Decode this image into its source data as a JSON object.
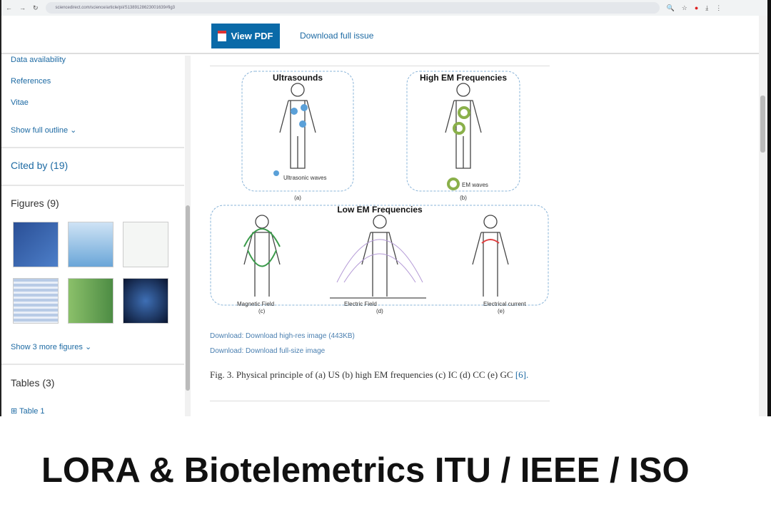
{
  "browser": {
    "url": "sciencedirect.com/science/article/pii/S1389128623001639#fig3"
  },
  "toolbar": {
    "view_pdf": "View PDF",
    "download_issue": "Download full issue"
  },
  "sidebar": {
    "outline": [
      "Data availability",
      "References",
      "Vitae"
    ],
    "show_outline": "Show full outline",
    "cited_by": "Cited by (19)",
    "figures": "Figures (9)",
    "show_more_figures": "Show 3 more figures",
    "tables": "Tables (3)",
    "table1": "Table 1"
  },
  "figure": {
    "panel_a_title": "Ultrasounds",
    "panel_a_label": "Ultrasonic waves",
    "a": "(a)",
    "panel_b_title": "High EM Frequencies",
    "panel_b_label": "EM waves",
    "b": "(b)",
    "panel_low_title": "Low EM Frequencies",
    "c_label": "Magnetic Field",
    "c": "(c)",
    "d_label": "Electric Field",
    "d": "(d)",
    "e_label": "Electrical current",
    "e": "(e)",
    "download_highres": "Download: Download high-res image (443KB)",
    "download_full": "Download: Download full-size image",
    "caption": "Fig. 3. Physical principle of (a) US (b) high EM frequencies (c) IC (d) CC (e) GC ",
    "caption_ref": "[6]."
  },
  "headline": "LORA & Biotelemetrics ITU / IEEE / ISO"
}
